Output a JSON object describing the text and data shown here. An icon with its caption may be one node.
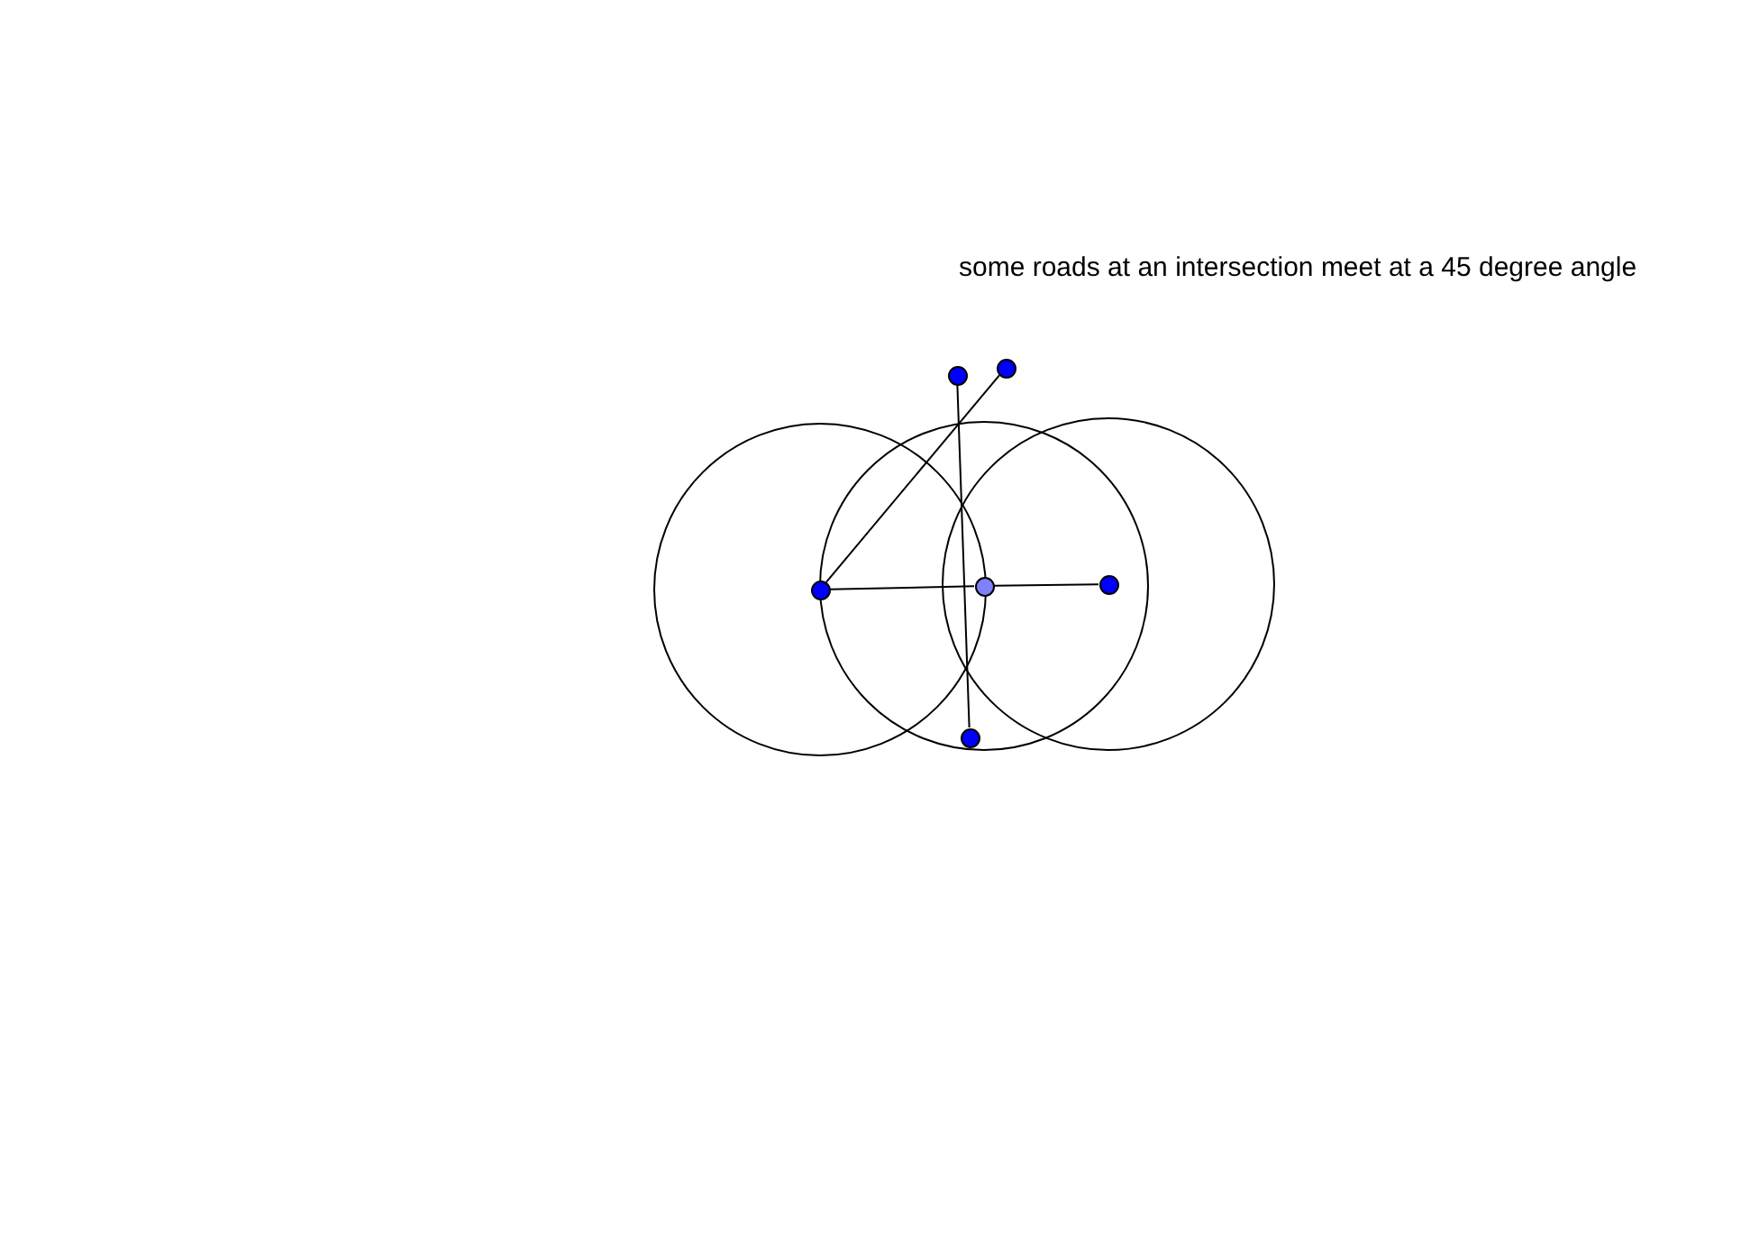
{
  "diagram": {
    "nodes": [
      {
        "text": [],
        "shape": "circle"
      },
      {
        "text": [],
        "shape": "circle"
      },
      {
        "text": [],
        "shape": "circle"
      },
      {
        "text": [],
        "shape": "circle"
      },
      {
        "text": [],
        "shape": "circle"
      },
      {
        "text": [],
        "shape": "circle"
      }
    ],
    "edges": [
      {
        "from": 2,
        "to": 3,
        "arrow": "none"
      },
      {
        "from": 3,
        "to": 4,
        "arrow": "none"
      },
      {
        "from": 2,
        "to": 1,
        "arrow": "none"
      },
      {
        "from": 0,
        "to": 5,
        "arrow": "none"
      }
    ],
    "labels": [
      "some roads at an intersection meet at a 45 degree angle"
    ]
  }
}
